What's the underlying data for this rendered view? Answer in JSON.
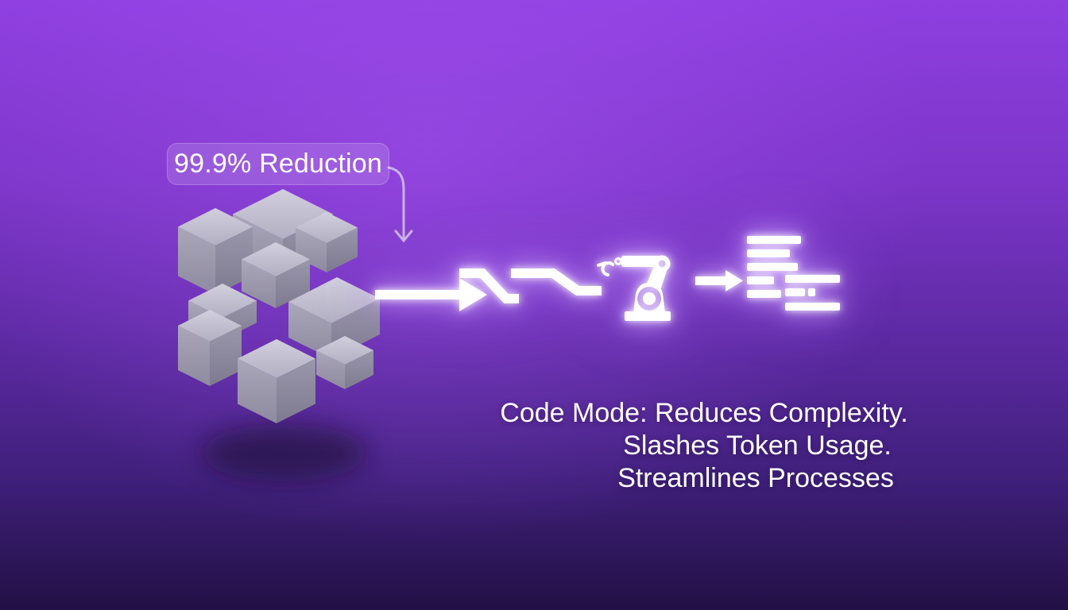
{
  "badge": {
    "label": "99.9% Reduction"
  },
  "headline": {
    "line1": "Code Mode: Reduces Complexity.",
    "line2": "Slashes Token Usage.",
    "line3": "Streamlines Processes"
  },
  "icons": {
    "blocks": "cube-cluster-illustration",
    "curved_arrow": "curved-arrow-down-icon",
    "flow_arrow_1": "arrow-right-icon",
    "steps": "step-signal-icon",
    "robot": "robot-arm-icon",
    "flow_arrow_2": "arrow-right-icon",
    "output": "code-lines-icon"
  },
  "colors": {
    "background_top": "#9b47e9",
    "background_bottom": "#221044",
    "icon_color": "#ffffff",
    "glow_color": "#c9a0ff",
    "cube_top": "#c5c2d2",
    "cube_left": "#a19db1",
    "cube_right": "#8d899e",
    "badge_text": "#ffffff",
    "headline_text": "#ffffff",
    "curved_arrow_stroke": "#d4c6f0"
  }
}
